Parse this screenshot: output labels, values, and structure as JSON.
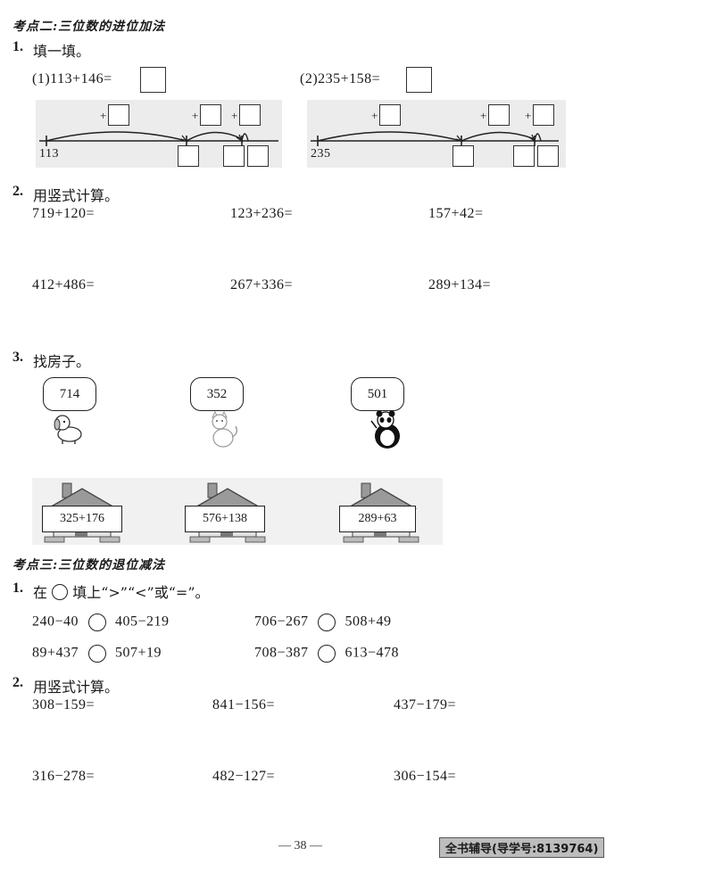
{
  "section2": {
    "title": "考点二:三位数的进位加法",
    "q1": {
      "num": "1.",
      "text": "填一填。",
      "item1": "(1)113+146=",
      "item2": "(2)235+158=",
      "line1_start": "113",
      "line2_start": "235",
      "plus": "+"
    },
    "q2": {
      "num": "2.",
      "text": "用竖式计算。",
      "exprs": [
        "719+120=",
        "123+236=",
        "157+42=",
        "412+486=",
        "267+336=",
        "289+134="
      ]
    },
    "q3": {
      "num": "3.",
      "text": "找房子。",
      "bubbles": [
        "714",
        "352",
        "501"
      ],
      "houses": [
        "325+176",
        "576+138",
        "289+63"
      ]
    }
  },
  "section3": {
    "title": "考点三:三位数的退位减法",
    "q1": {
      "num": "1.",
      "text_a": "在",
      "text_b": "填上“>”“<”或“=”。",
      "rows": [
        {
          "l1": "240−40",
          "r1": "405−219",
          "l2": "706−267",
          "r2": "508+49"
        },
        {
          "l1": "89+437",
          "r1": "507+19",
          "l2": "708−387",
          "r2": "613−478"
        }
      ]
    },
    "q2": {
      "num": "2.",
      "text": "用竖式计算。",
      "exprs": [
        "308−159=",
        "841−156=",
        "437−179=",
        "316−278=",
        "482−127=",
        "306−154="
      ]
    }
  },
  "footer": {
    "page": "— 38 —",
    "badge": "全书辅导(导学号:8139764)"
  }
}
